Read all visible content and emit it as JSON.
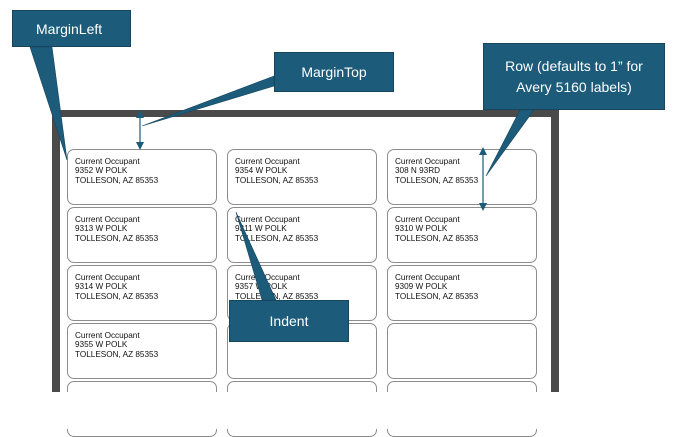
{
  "callouts": {
    "margin_left": "MarginLeft",
    "margin_top": "MarginTop",
    "row": "Row (defaults to 1” for Avery 5160 labels)",
    "indent": "Indent"
  },
  "labels": [
    [
      "Current Occupant",
      "9352 W POLK",
      "TOLLESON, AZ 85353"
    ],
    [
      "Current Occupant",
      "9354 W POLK",
      "TOLLESON, AZ 85353"
    ],
    [
      "Current Occupant",
      "308 N 93RD",
      "TOLLESON, AZ 85353"
    ],
    [
      "Current Occupant",
      "9313 W POLK",
      "TOLLESON, AZ 85353"
    ],
    [
      "Current Occupant",
      "9311 W POLK",
      "TOLLESON, AZ 85353"
    ],
    [
      "Current Occupant",
      "9310 W POLK",
      "TOLLESON, AZ 85353"
    ],
    [
      "Current Occupant",
      "9314 W POLK",
      "TOLLESON, AZ 85353"
    ],
    [
      "Current Occupant",
      "9357 W POLK",
      "TOLLESON, AZ 85353"
    ],
    [
      "Current Occupant",
      "9309 W POLK",
      "TOLLESON, AZ 85353"
    ],
    [
      "Current Occupant",
      "9355 W POLK",
      "TOLLESON, AZ 85353"
    ],
    [
      "",
      "",
      ""
    ],
    [
      "",
      "",
      ""
    ]
  ],
  "colors": {
    "callout_fill": "#1c5b7a",
    "arrow": "#1c5b7a",
    "page_border": "#4a4a4a"
  }
}
